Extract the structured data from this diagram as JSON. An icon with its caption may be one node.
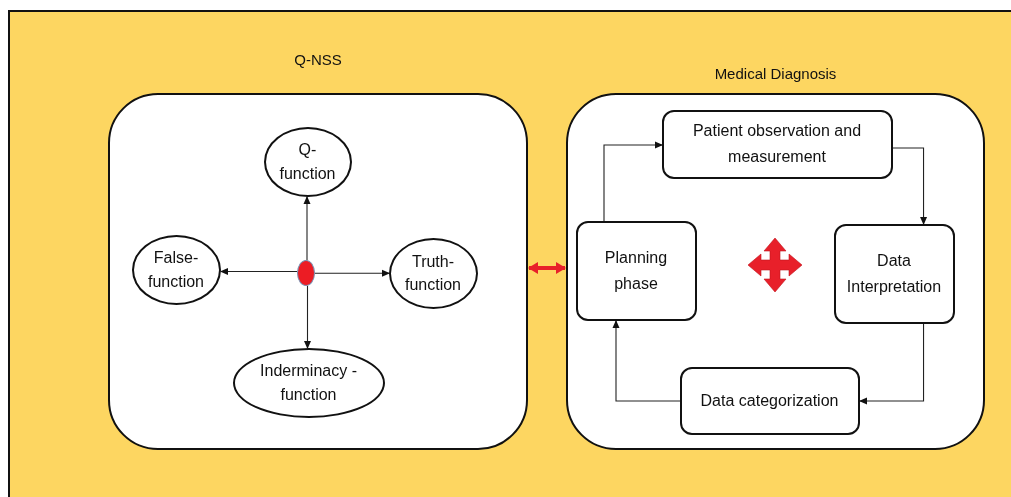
{
  "diagram": {
    "nodes": [
      {
        "text": [
          "Q-NSS"
        ]
      },
      {
        "text": [
          "Q- function"
        ],
        "in": 0
      },
      {
        "text": [
          "False- function"
        ],
        "in": 0
      },
      {
        "text": [],
        "shape": "circle",
        "in": 0
      },
      {
        "text": [
          "Truth- function"
        ],
        "in": 0
      },
      {
        "text": [
          "Inderminacy -function"
        ],
        "in": 0
      },
      {
        "text": [
          "Medical Diagnosis"
        ]
      },
      {
        "text": [
          "Patient observation and measurement"
        ],
        "in": 6
      },
      {
        "text": [
          "Planning phase"
        ],
        "in": 6
      },
      {
        "text": [
          "Data Interpretation"
        ],
        "in": 6
      },
      {
        "text": [
          "Data categorization"
        ],
        "in": 6
      }
    ],
    "edges": [
      {
        "from": 3,
        "to": 1,
        "arrow": "to"
      },
      {
        "from": 3,
        "to": 2,
        "arrow": "to"
      },
      {
        "from": 3,
        "to": 4,
        "arrow": "to"
      },
      {
        "from": 3,
        "to": 5,
        "arrow": "to"
      },
      {
        "from": 0,
        "to": 6,
        "arrow": "both",
        "style": "thick",
        "color": "#e8202a"
      },
      {
        "from": 8,
        "to": 7,
        "arrow": "to"
      },
      {
        "from": 7,
        "to": 9,
        "arrow": "to"
      },
      {
        "from": 9,
        "to": 10,
        "arrow": "to"
      },
      {
        "from": 10,
        "to": 8,
        "arrow": "to"
      }
    ]
  }
}
